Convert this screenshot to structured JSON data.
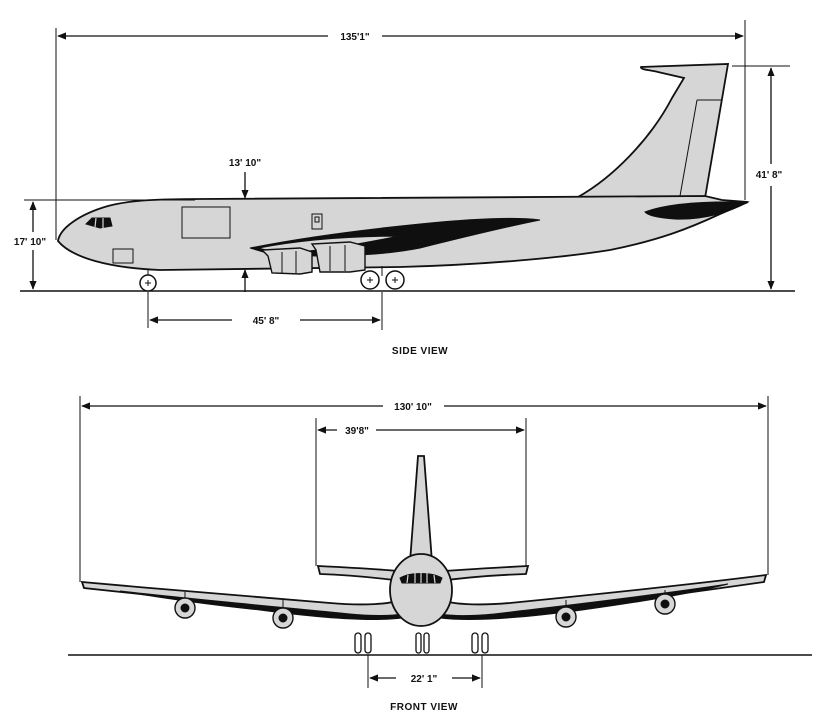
{
  "dimensions": {
    "overall_length": "135'1\"",
    "tail_height": "41' 8\"",
    "fuselage_height": "17' 10\"",
    "fuselage_top_marker": "13' 10\"",
    "wheelbase": "45' 8\"",
    "wingspan": "130' 10\"",
    "tailplane_span": "39'8\"",
    "main_gear_track": "22' 1\""
  },
  "captions": {
    "side": "SIDE VIEW",
    "front": "FRONT VIEW"
  },
  "colors": {
    "fuselage_fill": "#d6d6d6",
    "dark_shading": "#0f0f0f",
    "line": "#111111"
  }
}
